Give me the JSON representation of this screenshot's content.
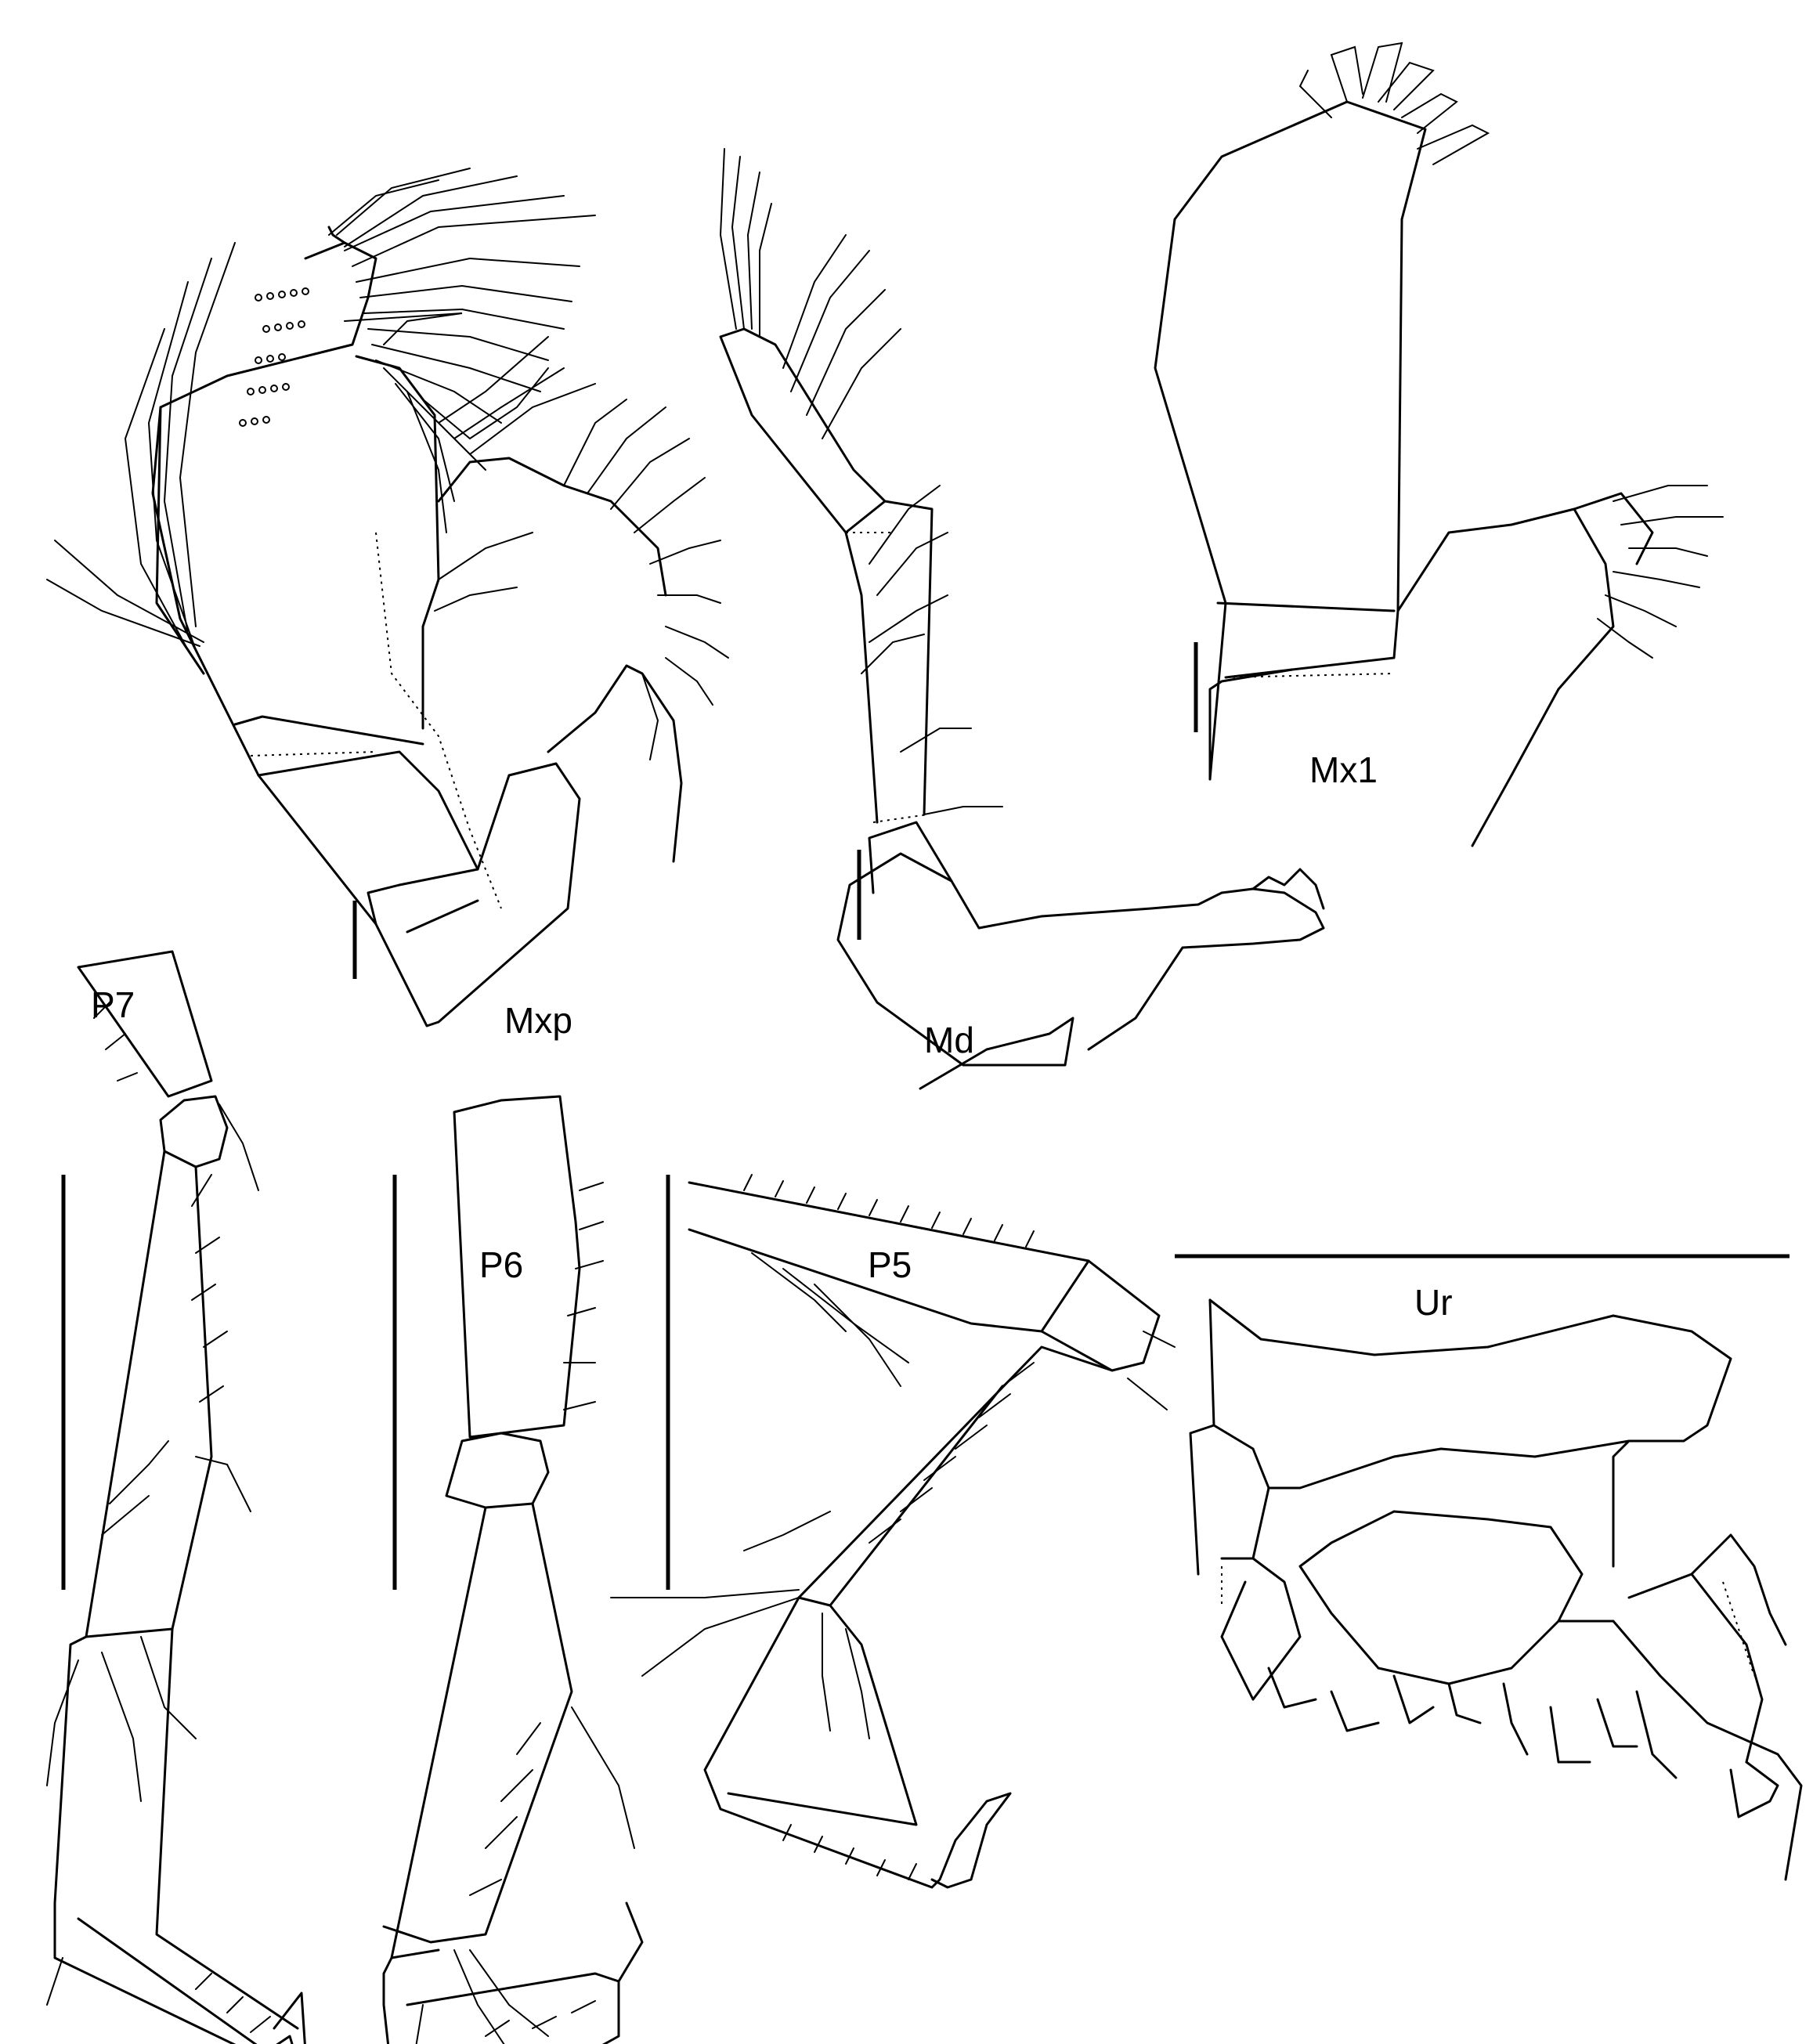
{
  "labels": {
    "mxp": "Mxp",
    "md": "Md",
    "mx1": "Mx1",
    "p7": "P7",
    "p6": "P6",
    "p5": "P5",
    "ur": "Ur"
  },
  "colors": {
    "ink": "#000000",
    "paper": "#ffffff"
  }
}
